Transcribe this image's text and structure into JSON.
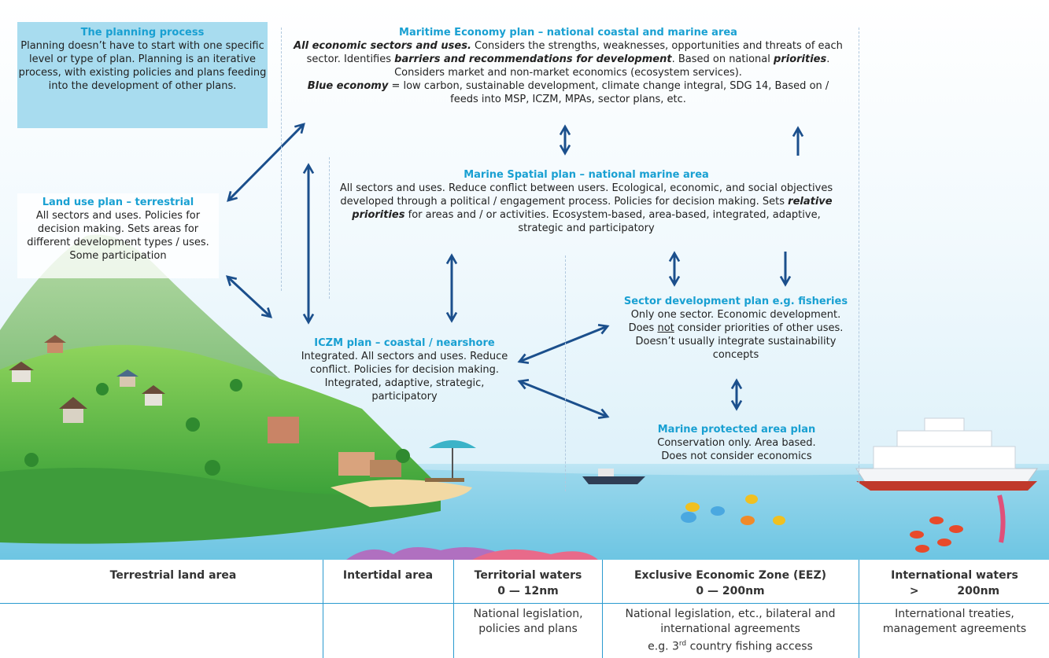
{
  "planning": {
    "title": "The planning process",
    "text": "Planning doesn’t have to start with one specific level or type of plan. Planning is an iterative process, with existing policies and plans feeding into the development of other plans."
  },
  "maritime": {
    "title": "Maritime Economy plan – national coastal and marine area",
    "l1_em": "All economic sectors and uses.",
    "l1_rest": " Considers the strengths, weaknesses, opportunities and threats of each sector. Identifies ",
    "l2_em": "barriers and recommendations for development",
    "l2_rest": ". Based on national ",
    "l3_em": "priorities",
    "l3_rest": ". Considers market and non-market economics (ecosystem services).",
    "l4_em": "Blue economy",
    "l4_rest": " = low carbon, sustainable development, climate change integral, SDG 14, Based on / feeds into MSP, ICZM, MPAs, sector plans, etc."
  },
  "msp": {
    "title": "Marine Spatial plan – national marine area",
    "t1": "All sectors and uses. Reduce conflict between users. Ecological, economic, and social objectives developed through a political / engagement process. Policies for decision making. Sets ",
    "t_em": "relative priorities",
    "t2": " for areas and / or activities. Ecosystem-based, area-based, integrated, adaptive, strategic and participatory"
  },
  "landuse": {
    "title": "Land use plan – terrestrial",
    "text": "All sectors and uses. Policies for decision making. Sets areas for different development types / uses. Some participation"
  },
  "iczm": {
    "title": "ICZM plan – coastal / nearshore",
    "text": "Integrated. All sectors and uses. Reduce conflict. Policies for decision making. Integrated, adaptive, strategic, participatory"
  },
  "sector": {
    "title": "Sector development plan e.g. fisheries",
    "t1": "Only one sector. Economic development. Does ",
    "t_u": "not",
    "t2": " consider priorities of other uses. Doesn’t usually integrate sustainability concepts"
  },
  "mpa": {
    "title": "Marine protected area plan",
    "text": "Conservation only. Area based. Does not consider economics"
  },
  "zones": [
    {
      "name": "Terrestrial land area",
      "range": "",
      "legal": ""
    },
    {
      "name": "Intertidal area",
      "range": "",
      "legal": ""
    },
    {
      "name": "Territorial waters",
      "range": "0 — 12nm",
      "legal": "National legislation, policies and plans"
    },
    {
      "name": "Exclusive Economic Zone (EEZ)",
      "range": "0 — 200nm",
      "legal": "National legislation, etc., bilateral and international agreements"
    },
    {
      "name": "International waters",
      "range": ">          200nm",
      "legal": "International treaties, management agreements"
    }
  ],
  "eez_note_pre": "e.g. 3",
  "eez_note_sup": "rd",
  "eez_note_post": " country fishing access",
  "colors": {
    "title": "#19a0d2",
    "arrow": "#1b4f8c",
    "sea": "#8fd3ea",
    "land": "#5cb83a",
    "zone_line": "#2a9ad0"
  }
}
